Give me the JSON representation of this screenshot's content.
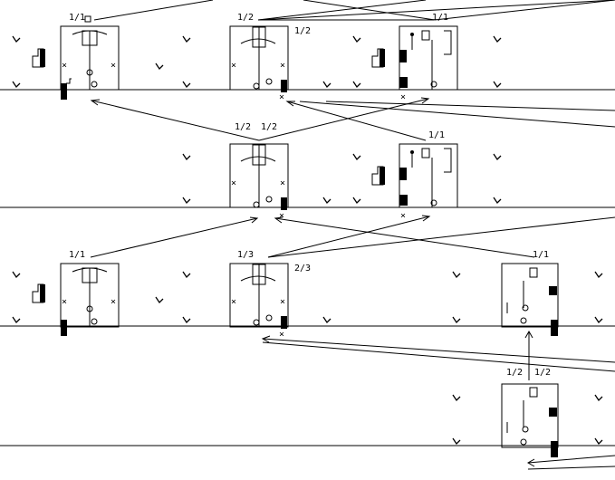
{
  "diagram": {
    "colors": {
      "ink": "#000000",
      "paper": "#ffffff"
    },
    "rows": [
      {
        "id": "row-1",
        "states": [
          {
            "id": "state-1a",
            "probability": "1/1",
            "variant": "full"
          },
          {
            "id": "state-1b",
            "probability": "1/2",
            "side_label": "1/2",
            "variant": "center"
          },
          {
            "id": "state-1c",
            "probability": "1/1",
            "variant": "right"
          }
        ]
      },
      {
        "id": "row-2",
        "states": [
          {
            "id": "state-2a",
            "probability": "1/2",
            "probability_b": "1/2",
            "variant": "center"
          },
          {
            "id": "state-2b",
            "probability": "1/1",
            "variant": "right"
          }
        ]
      },
      {
        "id": "row-3",
        "states": [
          {
            "id": "state-3a",
            "probability": "1/1",
            "variant": "full"
          },
          {
            "id": "state-3b",
            "probability": "1/3",
            "side_label": "2/3",
            "variant": "center"
          },
          {
            "id": "state-3c",
            "probability": "1/1",
            "variant": "far-right"
          }
        ]
      },
      {
        "id": "row-4",
        "states": [
          {
            "id": "state-4a",
            "probability": "1/2",
            "probability_b": "1/2",
            "variant": "far-right"
          }
        ]
      }
    ],
    "icons": [
      "bird-icon",
      "character-icon",
      "ground-line"
    ]
  }
}
